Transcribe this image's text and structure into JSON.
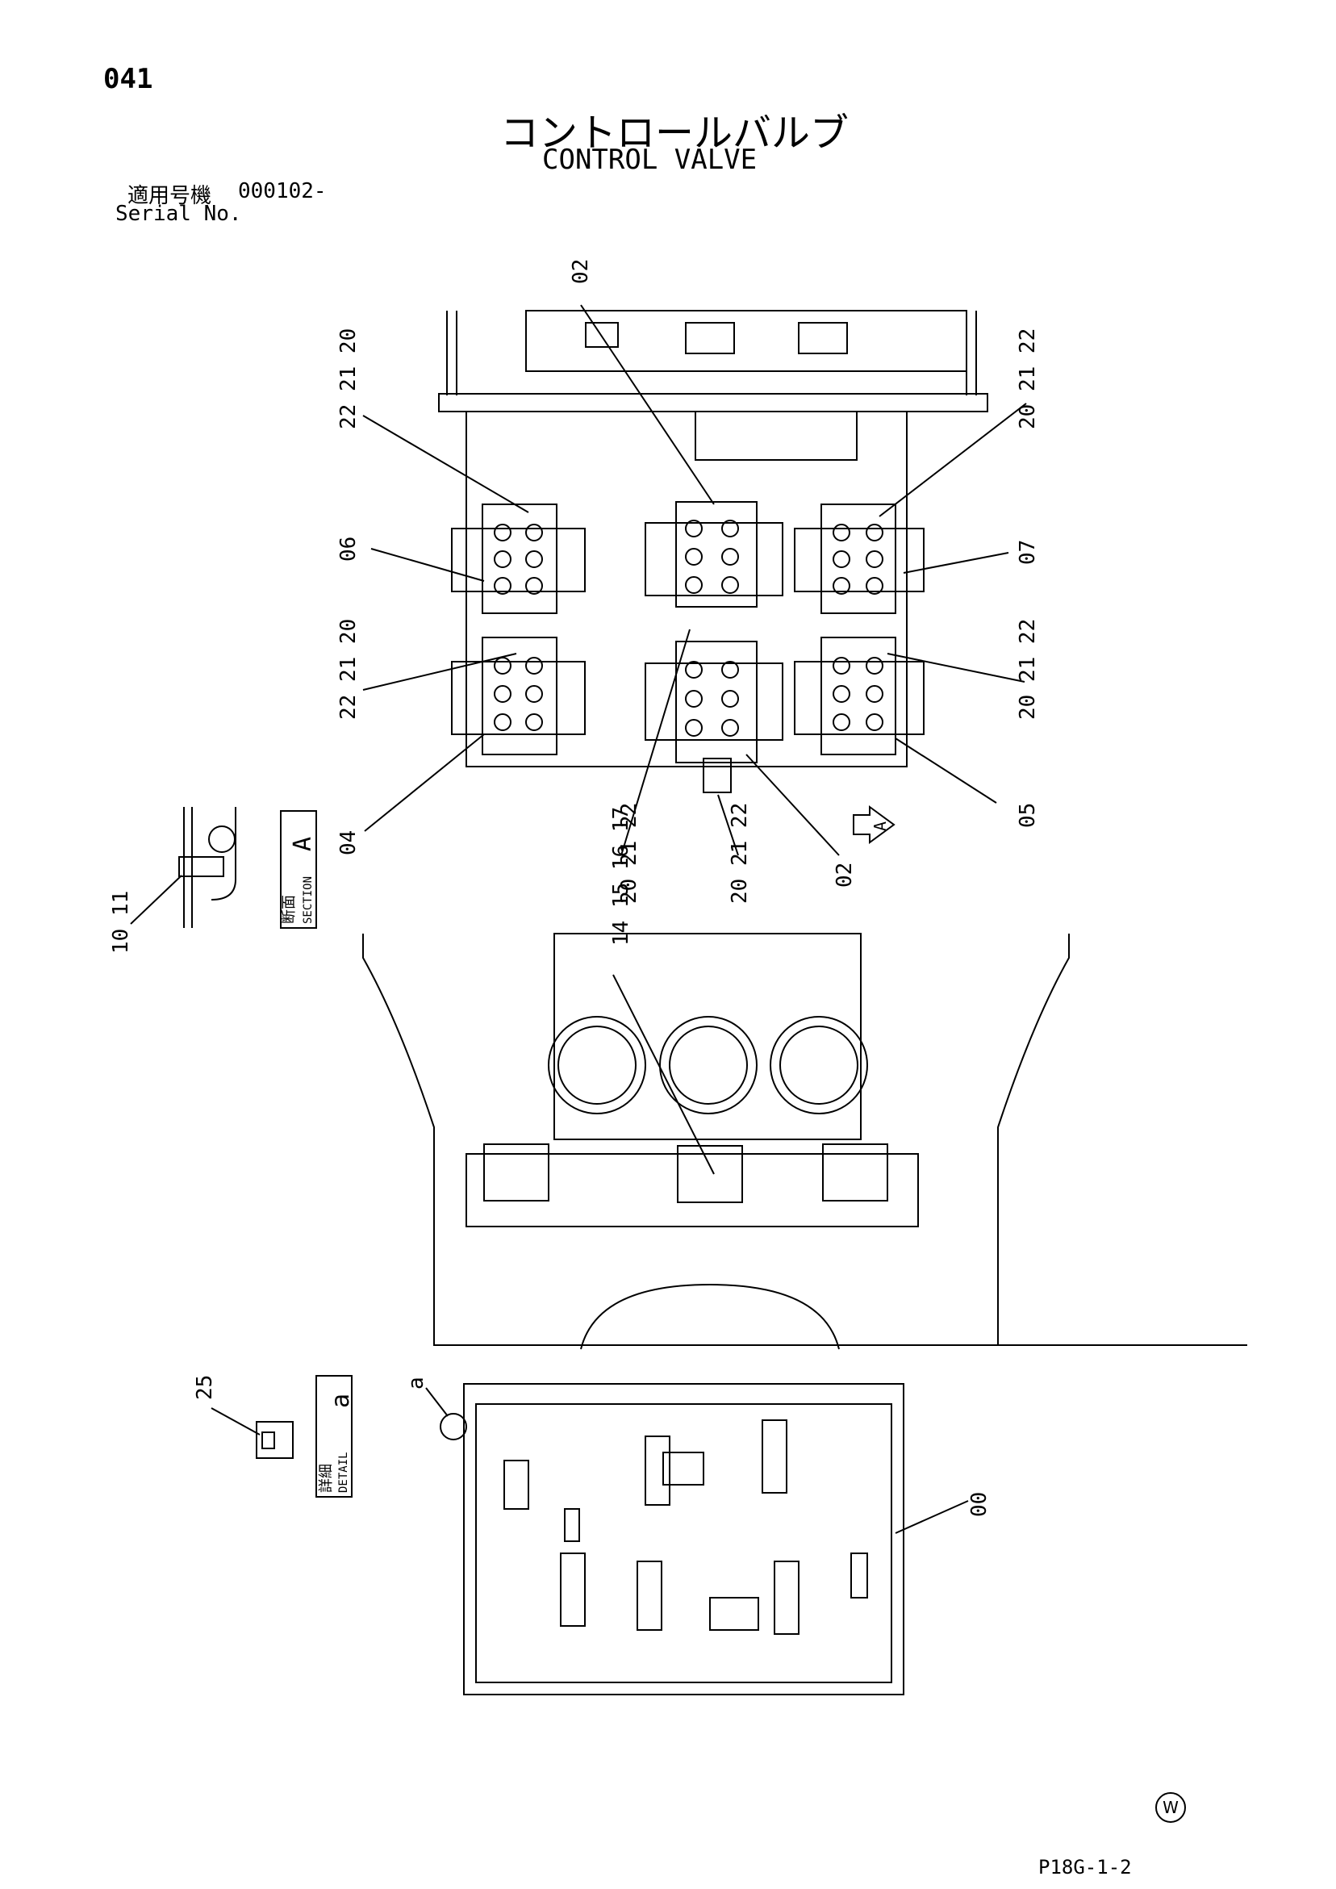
{
  "header": {
    "page_number": "041",
    "title_jp": "コントロールバルブ",
    "title_en": "CONTROL VALVE",
    "serial_label_jp": "適用号機",
    "serial_value": "000102-",
    "serial_label_en": "Serial No."
  },
  "callouts": {
    "c02_top": "02",
    "c22_21_20_ul": "22 21 20",
    "c20_21_22_ur": "20 21 22",
    "c06": "06",
    "c07": "07",
    "c22_21_20_ml": "22 21 20",
    "c20_21_22_mr": "20 21 22",
    "c05": "05",
    "c04": "04",
    "c20_21_22_b1": "20 21 22",
    "c20_21_22_b2": "20 21 22",
    "c02_bottom": "02",
    "c10_11": "10 11",
    "c14_17": "14 15 16 17",
    "c25": "25",
    "ca": "a",
    "c00": "00"
  },
  "section_label": {
    "jp": "断面",
    "en": "SECTION",
    "letter": "A"
  },
  "detail_label": {
    "jp": "詳細",
    "en": "DETAIL",
    "letter": "a"
  },
  "view_arrow": "A",
  "footer": {
    "w_mark": "W",
    "sheet_code": "P18G-1-2"
  }
}
